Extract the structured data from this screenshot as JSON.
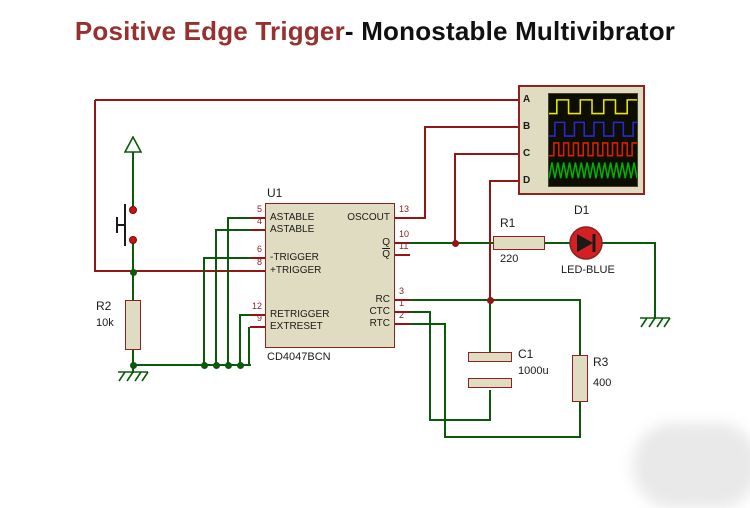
{
  "title": {
    "accent": "Positive Edge Trigger",
    "rest": "- Monostable Multivibrator"
  },
  "colors": {
    "title_accent": "#96312E",
    "text_dark": "#1a1a1a",
    "pin_number": "#8B2323",
    "wire_green": "#0B5A0B",
    "wire_red": "#921616",
    "body_fill": "#E0DCC2",
    "body_border": "#8B2323",
    "screen_bg": "#0d0d00",
    "led_fill": "#D42020",
    "terminal_red": "#CC1111",
    "wf_a": "#E8E800",
    "wf_b": "#2828D8",
    "wf_c": "#D82000",
    "wf_d": "#00B000"
  },
  "ic": {
    "ref": "U1",
    "part": "CD4047BCN",
    "pins_left": [
      {
        "num": "5",
        "label": "ASTABLE"
      },
      {
        "num": "4",
        "label": "ASTABLE"
      },
      {
        "num": "6",
        "label": "-TRIGGER"
      },
      {
        "num": "8",
        "label": "+TRIGGER"
      },
      {
        "num": "12",
        "label": "RETRIGGER"
      },
      {
        "num": "9",
        "label": "EXTRESET"
      }
    ],
    "pins_right": [
      {
        "num": "13",
        "label": "OSCOUT"
      },
      {
        "num": "10",
        "label": "Q"
      },
      {
        "num": "11",
        "label": "Q"
      },
      {
        "num": "3",
        "label": "RC"
      },
      {
        "num": "1",
        "label": "CTC"
      },
      {
        "num": "2",
        "label": "RTC"
      }
    ]
  },
  "components": {
    "r1": {
      "ref": "R1",
      "value": "220"
    },
    "r2": {
      "ref": "R2",
      "value": "10k"
    },
    "r3": {
      "ref": "R3",
      "value": "400"
    },
    "c1": {
      "ref": "C1",
      "value": "1000u"
    },
    "d1": {
      "ref": "D1",
      "value": "LED-BLUE"
    }
  },
  "scope": {
    "channels": [
      "A",
      "B",
      "C",
      "D"
    ]
  }
}
